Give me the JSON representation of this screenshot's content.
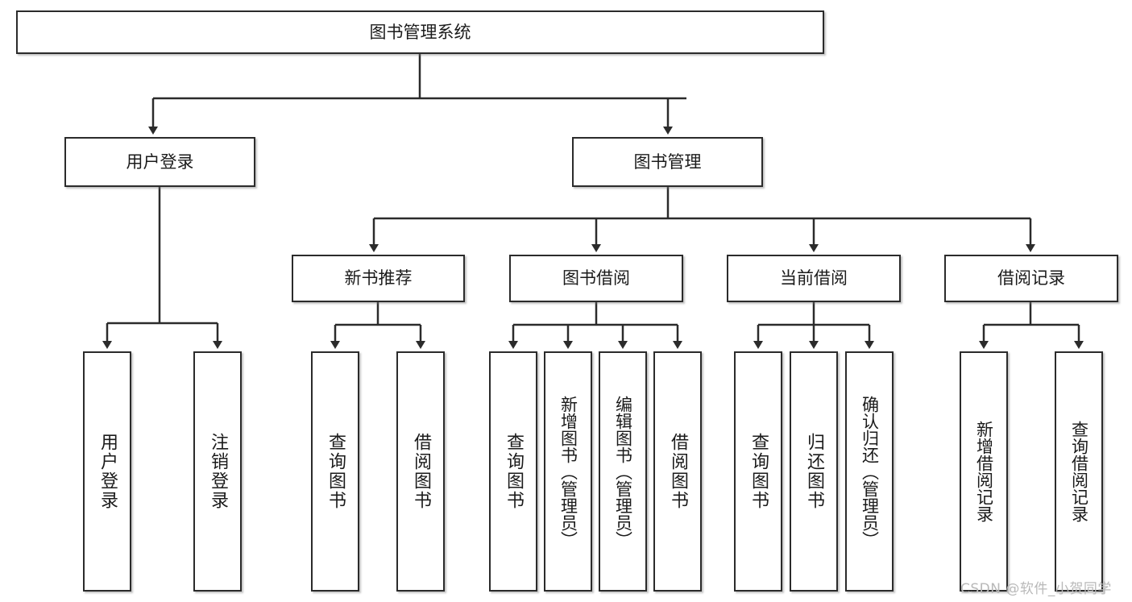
{
  "diagram": {
    "type": "tree",
    "title": "图书管理系统",
    "root": {
      "label": "图书管理系统"
    },
    "level2": [
      {
        "label": "用户登录"
      },
      {
        "label": "图书管理"
      }
    ],
    "level3": [
      {
        "label": "新书推荐"
      },
      {
        "label": "图书借阅"
      },
      {
        "label": "当前借阅"
      },
      {
        "label": "借阅记录"
      }
    ],
    "leaves": {
      "user_login": [
        {
          "label": "用户登录"
        },
        {
          "label": "注销登录"
        }
      ],
      "new_book_recommend": [
        {
          "label": "查询图书"
        },
        {
          "label": "借阅图书"
        }
      ],
      "book_borrow": [
        {
          "label": "查询图书"
        },
        {
          "label": "新增图书（管理员）"
        },
        {
          "label": "编辑图书（管理员）"
        },
        {
          "label": "借阅图书"
        }
      ],
      "current_borrow": [
        {
          "label": "查询图书"
        },
        {
          "label": "归还图书"
        },
        {
          "label": "确认归还（管理员）"
        }
      ],
      "borrow_record": [
        {
          "label": "新增借阅记录"
        },
        {
          "label": "查询借阅记录"
        }
      ]
    }
  },
  "watermark": {
    "text": "CSDN @软件_小贺同学"
  },
  "colors": {
    "box_border": "#2b2b2b",
    "box_fill": "#ffffff",
    "connector": "#2b2b2b",
    "text": "#1b1b1b",
    "watermark": "#b9b9b9"
  }
}
